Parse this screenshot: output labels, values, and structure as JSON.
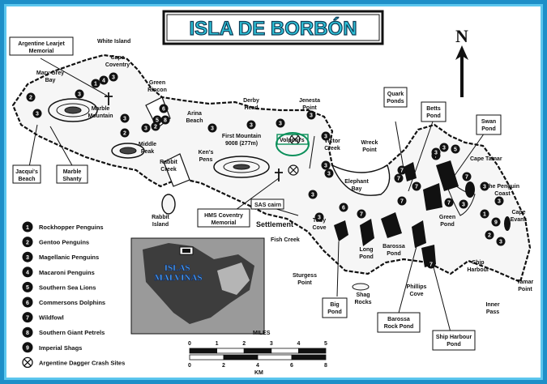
{
  "title": "ISLA DE BORBÓN",
  "north": "N",
  "colors": {
    "frame": "#5cc6ee",
    "title_fill": "#2fc2d8",
    "land": "#f6f6f6",
    "water": "#ffffff",
    "inset_bg": "#9a9a9a"
  },
  "places": {
    "argentine_learjet": [
      "Argentine Learjet",
      "Memorial"
    ],
    "white_island": "White Island",
    "cape_coventry": [
      "Cape",
      "Coventry"
    ],
    "mary_grey_bay": [
      "Mary Grey",
      "Bay"
    ],
    "green_rincon": [
      "Green",
      "Rincon"
    ],
    "marble_mountain": [
      "Marble",
      "Mountain"
    ],
    "arina_beach": [
      "Arina",
      "Beach"
    ],
    "derby_head": [
      "Derby",
      "Head"
    ],
    "jenesta_point": [
      "Jenesta",
      "Point"
    ],
    "first_mountain": [
      "First Mountain",
      "9008 (277m)"
    ],
    "volponis": "Volponi's",
    "middle_peak": [
      "Middle",
      "Peak"
    ],
    "kens_pens": [
      "Ken's",
      "Pens"
    ],
    "victor_creek": [
      "Victor",
      "Creek"
    ],
    "wreck_point": [
      "Wreck",
      "Point"
    ],
    "quark_ponds": [
      "Quark",
      "Ponds"
    ],
    "betts_pond": [
      "Betts",
      "Pond"
    ],
    "swan_pond": [
      "Swan",
      "Pond"
    ],
    "cape_tamar": "Cape Tamar",
    "the_penguin_coast": [
      "The Penguin",
      "Coast"
    ],
    "cape_evans": [
      "Cape",
      "Evans"
    ],
    "jacquis_beach": [
      "Jacqui's",
      "Beach"
    ],
    "marble_shanty": [
      "Marble",
      "Shanty"
    ],
    "rabbit_creek": [
      "Rabbit",
      "Creek"
    ],
    "rabbit_island": [
      "Rabbit",
      "Island"
    ],
    "hms_coventry": [
      "HMS Coventry",
      "Memorial"
    ],
    "elephant_bay": [
      "Elephant",
      "Bay"
    ],
    "sas_cairn": "SAS cairn",
    "settlement": "Settlement",
    "fish_creek": "Fish Creek",
    "toby_cove": [
      "Toby",
      "Cove"
    ],
    "long_pond": [
      "Long",
      "Pond"
    ],
    "barossa_pond": [
      "Barossa",
      "Pond"
    ],
    "green_pond": [
      "Green",
      "Pond"
    ],
    "sturgess_point": [
      "Sturgess",
      "Point"
    ],
    "shag_rocks": [
      "Shag",
      "Rocks"
    ],
    "phillips_cove": [
      "Phillips",
      "Cove"
    ],
    "ship_harbour": [
      "Ship",
      "Harbour"
    ],
    "tamar_point": [
      "Tamar",
      "Point"
    ],
    "inner_pass": [
      "Inner",
      "Pass"
    ],
    "big_pond": [
      "Big",
      "Pond"
    ],
    "barossa_rock_pond": [
      "Barossa",
      "Rock Pond"
    ],
    "ship_harbour_pond": [
      "Ship Harbour",
      "Pond"
    ]
  },
  "inset": {
    "label": [
      "ISLAS",
      "MALVINAS"
    ]
  },
  "legend": [
    {
      "num": "1",
      "label": "Rockhopper Penguins"
    },
    {
      "num": "2",
      "label": "Gentoo Penguins"
    },
    {
      "num": "3",
      "label": "Magellanic Penguins"
    },
    {
      "num": "4",
      "label": "Macaroni Penguins"
    },
    {
      "num": "5",
      "label": "Southern Sea Lions"
    },
    {
      "num": "6",
      "label": "Commersons Dolphins"
    },
    {
      "num": "7",
      "label": "Wildfowl"
    },
    {
      "num": "8",
      "label": "Southern Giant Petrels"
    },
    {
      "num": "9",
      "label": "Imperial Shags"
    },
    {
      "num": "⊗",
      "label": "Argentine Dagger Crash Sites"
    }
  ],
  "scale": {
    "miles_label": "MILES",
    "miles_ticks": [
      "0",
      "1",
      "2",
      "3",
      "4",
      "5"
    ],
    "km_label": "KM",
    "km_ticks": [
      "0",
      "2",
      "4",
      "6",
      "8"
    ]
  },
  "markers": [
    {
      "n": "1"
    },
    {
      "n": "4"
    },
    {
      "n": "3"
    },
    {
      "n": "3"
    },
    {
      "n": "2"
    },
    {
      "n": "3"
    },
    {
      "n": "3"
    },
    {
      "n": "2"
    },
    {
      "n": "3"
    },
    {
      "n": "5"
    },
    {
      "n": "6"
    },
    {
      "n": "8"
    },
    {
      "n": "2"
    },
    {
      "n": "3"
    },
    {
      "n": "3"
    },
    {
      "n": "3"
    },
    {
      "n": "3"
    },
    {
      "n": "3"
    },
    {
      "n": "3"
    },
    {
      "n": "3"
    },
    {
      "n": "3"
    },
    {
      "n": "6"
    },
    {
      "n": "7"
    },
    {
      "n": "7"
    },
    {
      "n": "7"
    },
    {
      "n": "7"
    },
    {
      "n": "7"
    },
    {
      "n": "3"
    },
    {
      "n": "3"
    },
    {
      "n": "5"
    },
    {
      "n": "3"
    },
    {
      "n": "3"
    },
    {
      "n": "1"
    },
    {
      "n": "9"
    },
    {
      "n": "2"
    },
    {
      "n": "3"
    },
    {
      "n": "3"
    },
    {
      "n": "7"
    },
    {
      "n": "7"
    },
    {
      "n": "7"
    },
    {
      "n": "7"
    },
    {
      "n": "3"
    }
  ]
}
